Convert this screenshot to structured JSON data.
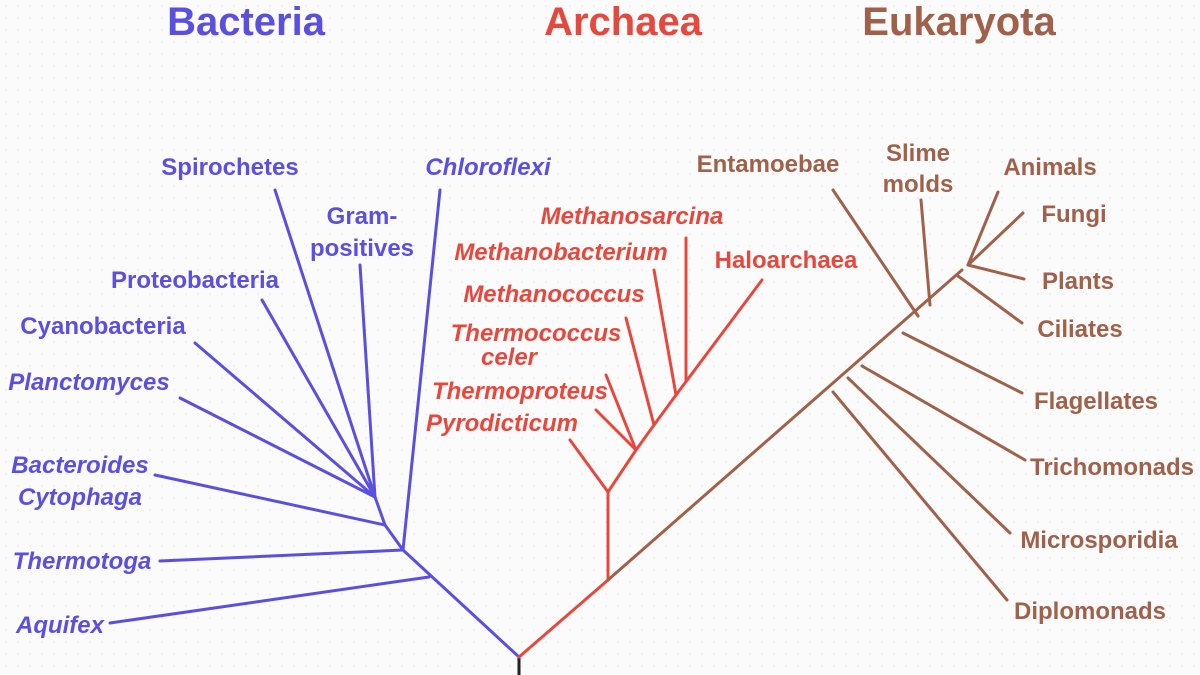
{
  "domains": {
    "bacteria": {
      "title": "Bacteria",
      "color": "#5b4fe0"
    },
    "archaea": {
      "title": "Archaea",
      "color": "#e7483d"
    },
    "eukaryota": {
      "title": "Eukaryota",
      "color": "#a0614a"
    }
  },
  "root_color": "#222222",
  "bacteria_taxa": {
    "spirochetes": "Spirochetes",
    "chloroflexi": "Chloroflexi",
    "gram_1": "Gram-",
    "gram_2": "positives",
    "proteobacteria": "Proteobacteria",
    "cyanobacteria": "Cyanobacteria",
    "planctomyces": "Planctomyces",
    "bacteroides": "Bacteroides",
    "cytophaga": "Cytophaga",
    "thermotoga": "Thermotoga",
    "aquifex": "Aquifex"
  },
  "archaea_taxa": {
    "methanosarcina": "Methanosarcina",
    "methanobacterium": "Methanobacterium",
    "methanococcus": "Methanococcus",
    "thermococcus_1": "Thermococcus",
    "thermococcus_2": "celer",
    "thermoproteus": "Thermoproteus",
    "pyrodicticum": "Pyrodicticum",
    "haloarchaea": "Haloarchaea"
  },
  "eukaryota_taxa": {
    "entamoebae": "Entamoebae",
    "slime_1": "Slime",
    "slime_2": "molds",
    "animals": "Animals",
    "fungi": "Fungi",
    "plants": "Plants",
    "ciliates": "Ciliates",
    "flagellates": "Flagellates",
    "trichomonads": "Trichomonads",
    "microsporidia": "Microsporidia",
    "diplomonads": "Diplomonads"
  }
}
